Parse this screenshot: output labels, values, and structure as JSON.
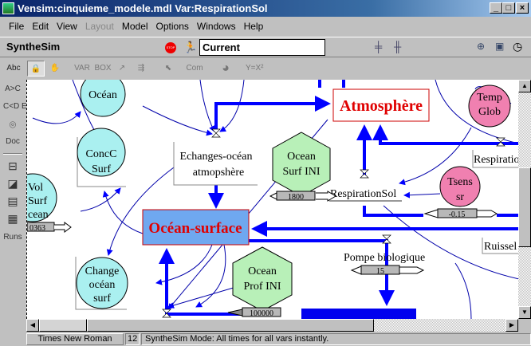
{
  "window": {
    "title": "Vensim:cinquieme_modele.mdl Var:RespirationSol",
    "controls": [
      "_",
      "□",
      "×"
    ]
  },
  "menu": [
    {
      "label": "File"
    },
    {
      "label": "Edit"
    },
    {
      "label": "View"
    },
    {
      "label": "Layout",
      "disabled": true
    },
    {
      "label": "Model"
    },
    {
      "label": "Options"
    },
    {
      "label": "Windows"
    },
    {
      "label": "Help"
    }
  ],
  "synthesim": {
    "label": "SyntheSim",
    "run_name": "Current",
    "stop_label": "STOP"
  },
  "tools": [
    "Abc",
    "lock",
    "hand",
    "VAR",
    "BOX",
    "arrow",
    "rate",
    "select",
    "Com",
    "shadow",
    "eq"
  ],
  "sidebar": [
    "A>C",
    "C<D E",
    "Q",
    "Doc",
    "graph",
    "chart",
    "table",
    "grid",
    "Runs"
  ],
  "diagram": {
    "stocks": {
      "atmosphere": "Atmosphère",
      "ocean_surface": "Océan-surface"
    },
    "rates": {
      "echanges_1": "Echanges-océan",
      "echanges_2": "atmopshère",
      "respiration_sol": "RespirationSol",
      "respiration": "Respiratio",
      "pompe": "Pompe biologique",
      "ruissel": "Ruissel"
    },
    "aux": {
      "pool_ocean": "Océan",
      "concc_1": "ConcC",
      "concc_2": "Surf",
      "vol_1": "Vol",
      "vol_2": "Surf",
      "vol_3": "cean",
      "change_1": "Change",
      "change_2": "océan",
      "change_3": "surf",
      "temp_1": "Temp",
      "temp_2": "Glob",
      "tsens_1": "Tsens",
      "tsens_2": "sr"
    },
    "constants": {
      "surf_ini_1": "Ocean",
      "surf_ini_2": "Surf INI",
      "prof_ini_1": "Ocean",
      "prof_ini_2": "Prof INI"
    },
    "sliders": {
      "vol": "0363",
      "surf_ini": "1800",
      "tsens": "-0.15",
      "pompe": "15",
      "prof_ini": "100000"
    }
  },
  "status": {
    "font": "Times New Roman",
    "size": "12",
    "message": "SyntheSim Mode: All times for all vars instantly."
  },
  "colors": {
    "flow": "#0000ff",
    "stock_text": "#e00000",
    "aux_cyan": "#aaf0f0",
    "aux_pink": "#f080b0",
    "const_green": "#b8f0b8"
  }
}
